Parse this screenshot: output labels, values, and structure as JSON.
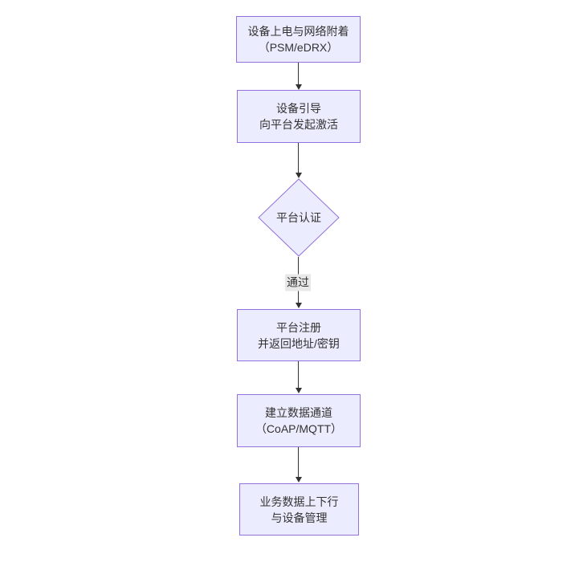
{
  "flowchart": {
    "background_color": "#ffffff",
    "node_fill_color": "#ececff",
    "node_border_color": "#9370db",
    "arrow_color": "#333333",
    "text_color": "#333333",
    "edge_label_background": "#e8e8e8",
    "nodes": [
      {
        "id": "power-network-attach",
        "shape": "rect",
        "lines": [
          "设备上电与网络附着",
          "（PSM/eDRX）"
        ]
      },
      {
        "id": "device-bootstrap",
        "shape": "rect",
        "lines": [
          "设备引导",
          "向平台发起激活"
        ]
      },
      {
        "id": "platform-auth",
        "shape": "diamond",
        "lines": [
          "平台认证"
        ]
      },
      {
        "id": "platform-register",
        "shape": "rect",
        "lines": [
          "平台注册",
          "并返回地址/密钥"
        ]
      },
      {
        "id": "data-channel",
        "shape": "rect",
        "lines": [
          "建立数据通道",
          "（CoAP/MQTT）"
        ]
      },
      {
        "id": "business-data",
        "shape": "rect",
        "lines": [
          "业务数据上下行",
          "与设备管理"
        ]
      }
    ],
    "edges": [
      {
        "from": "power-network-attach",
        "to": "device-bootstrap",
        "label": ""
      },
      {
        "from": "device-bootstrap",
        "to": "platform-auth",
        "label": ""
      },
      {
        "from": "platform-auth",
        "to": "platform-register",
        "label": "通过"
      },
      {
        "from": "platform-register",
        "to": "data-channel",
        "label": ""
      },
      {
        "from": "data-channel",
        "to": "business-data",
        "label": ""
      }
    ]
  }
}
